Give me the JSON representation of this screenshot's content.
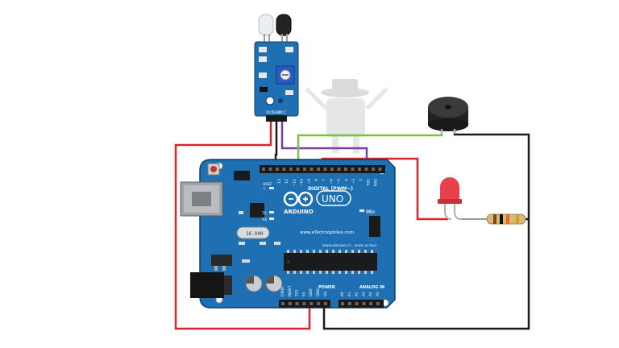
{
  "sensor": {
    "pin_labels": [
      "OUT",
      "GND",
      "VCC"
    ]
  },
  "arduino": {
    "brand": "ARDUINO",
    "model": "UNO",
    "watermark": "www.eTechnophiles.com",
    "made_in": "WWW.ARDUINO.CC - MADE IN ITALY",
    "digital_header": "DIGITAL (PWM~)",
    "digital_pins": [
      "13",
      "12",
      "~11",
      "~10",
      "~9",
      "8",
      "7",
      "~6",
      "~5",
      "4",
      "~3",
      "2",
      "TX1",
      "RX0"
    ],
    "aref": "AREF",
    "gnd": "GND",
    "icsp": "ICSP",
    "power_header": "POWER",
    "power_pins": [
      "IOREF",
      "RESET",
      "3V3",
      "5V",
      "GND",
      "GND",
      "Vin"
    ],
    "analog_header": "ANALOG IN",
    "analog_pins": [
      "A0",
      "A1",
      "A2",
      "A3",
      "A4",
      "A5"
    ],
    "crystal": "16.000",
    "led_labels": [
      "L",
      "TX",
      "RX",
      "ON"
    ]
  },
  "colors": {
    "board": "#1f6fb3",
    "board_dark": "#155a93",
    "wire_red": "#d9242a",
    "wire_black": "#1a1a1a",
    "wire_green": "#7cc242",
    "wire_purple": "#7b3fa0"
  }
}
